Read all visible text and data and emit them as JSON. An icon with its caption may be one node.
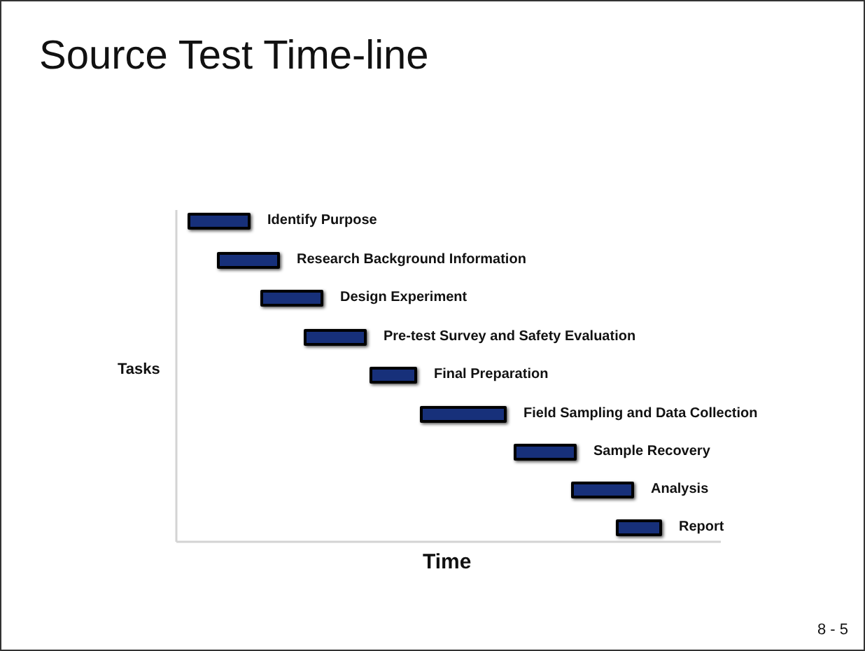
{
  "diagram": {
    "title": "Source Test Time-line",
    "nodes": [
      {
        "text": [],
        "shape": "bar",
        "beside": [
          "Identify Purpose"
        ]
      },
      {
        "text": [],
        "shape": "bar",
        "beside": [
          "Research Background Information"
        ]
      },
      {
        "text": [],
        "shape": "bar",
        "beside": [
          "Design Experiment"
        ]
      },
      {
        "text": [],
        "shape": "bar",
        "beside": [
          "Pre-test Survey and Safety Evaluation"
        ]
      },
      {
        "text": [],
        "shape": "bar",
        "beside": [
          "Final Preparation"
        ]
      },
      {
        "text": [],
        "shape": "bar",
        "beside": [
          "Field Sampling and Data Collection"
        ]
      },
      {
        "text": [],
        "shape": "bar",
        "beside": [
          "Sample Recovery"
        ]
      },
      {
        "text": [],
        "shape": "bar",
        "beside": [
          "Analysis"
        ]
      },
      {
        "text": [],
        "shape": "bar",
        "beside": [
          "Report"
        ]
      }
    ],
    "labels": [
      "Tasks",
      "Time",
      "8 - 5"
    ]
  }
}
